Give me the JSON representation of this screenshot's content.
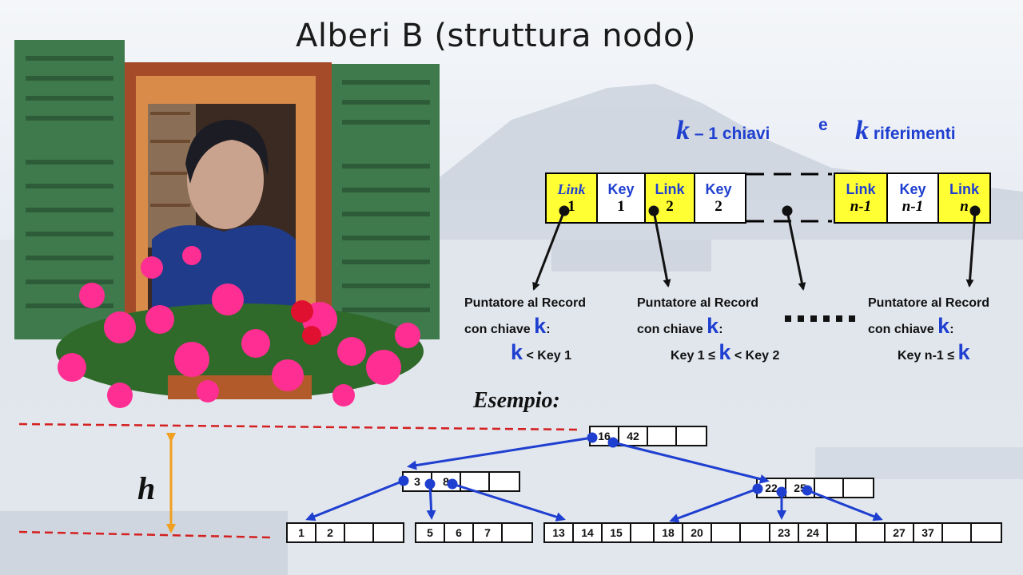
{
  "title": "Alberi B (struttura nodo)",
  "subtitle": {
    "k1": "k",
    "part1": " – 1 chiavi",
    "conj": "e",
    "k2": "k",
    "part2": " riferimenti"
  },
  "node_structure": {
    "cells": [
      {
        "type": "link",
        "line1": "Link",
        "line2": "1"
      },
      {
        "type": "key",
        "line1": "Key",
        "line2": "1"
      },
      {
        "type": "link",
        "line1": "Link",
        "line2": "2"
      },
      {
        "type": "key",
        "line1": "Key",
        "line2": "2"
      },
      {
        "type": "link",
        "line1": "Link",
        "line2": "n-1"
      },
      {
        "type": "key",
        "line1": "Key",
        "line2": "n-1"
      },
      {
        "type": "link",
        "line1": "Link",
        "line2": "n"
      }
    ]
  },
  "pointers": [
    {
      "line1": "Puntatore al Record",
      "line2": "con chiave",
      "k": "k",
      "colon": ":",
      "cond_pre": "",
      "cond_post": " < Key 1"
    },
    {
      "line1": "Puntatore al Record",
      "line2": "con chiave",
      "k": "k",
      "colon": ":",
      "cond_pre": "Key 1 ≤ ",
      "cond_post": " < Key 2"
    },
    {
      "line1": "Puntatore al Record",
      "line2": "con chiave",
      "k": "k",
      "colon": ":",
      "cond_pre": "Key n-1 ≤ ",
      "cond_post": ""
    }
  ],
  "esempio_label": "Esempio:",
  "height_label": "h",
  "tree": {
    "root": [
      "16",
      "42",
      "",
      ""
    ],
    "level1": [
      [
        "3",
        "8",
        "",
        ""
      ],
      [
        "22",
        "25",
        "",
        ""
      ]
    ],
    "leaves": [
      [
        "1",
        "2",
        "",
        ""
      ],
      [
        "5",
        "6",
        "7",
        ""
      ],
      [
        "13",
        "14",
        "15",
        ""
      ],
      [
        "18",
        "20",
        "",
        ""
      ],
      [
        "23",
        "24",
        "",
        ""
      ],
      [
        "27",
        "37",
        "",
        ""
      ]
    ]
  },
  "colors": {
    "link_fill": "#ffff33",
    "accent_blue": "#1f3fd0",
    "height_arrow": "#f0a020",
    "dashed_red": "#d42020",
    "shutter_green": "#3f7a4c",
    "flower_pink": "#ff2e92"
  }
}
